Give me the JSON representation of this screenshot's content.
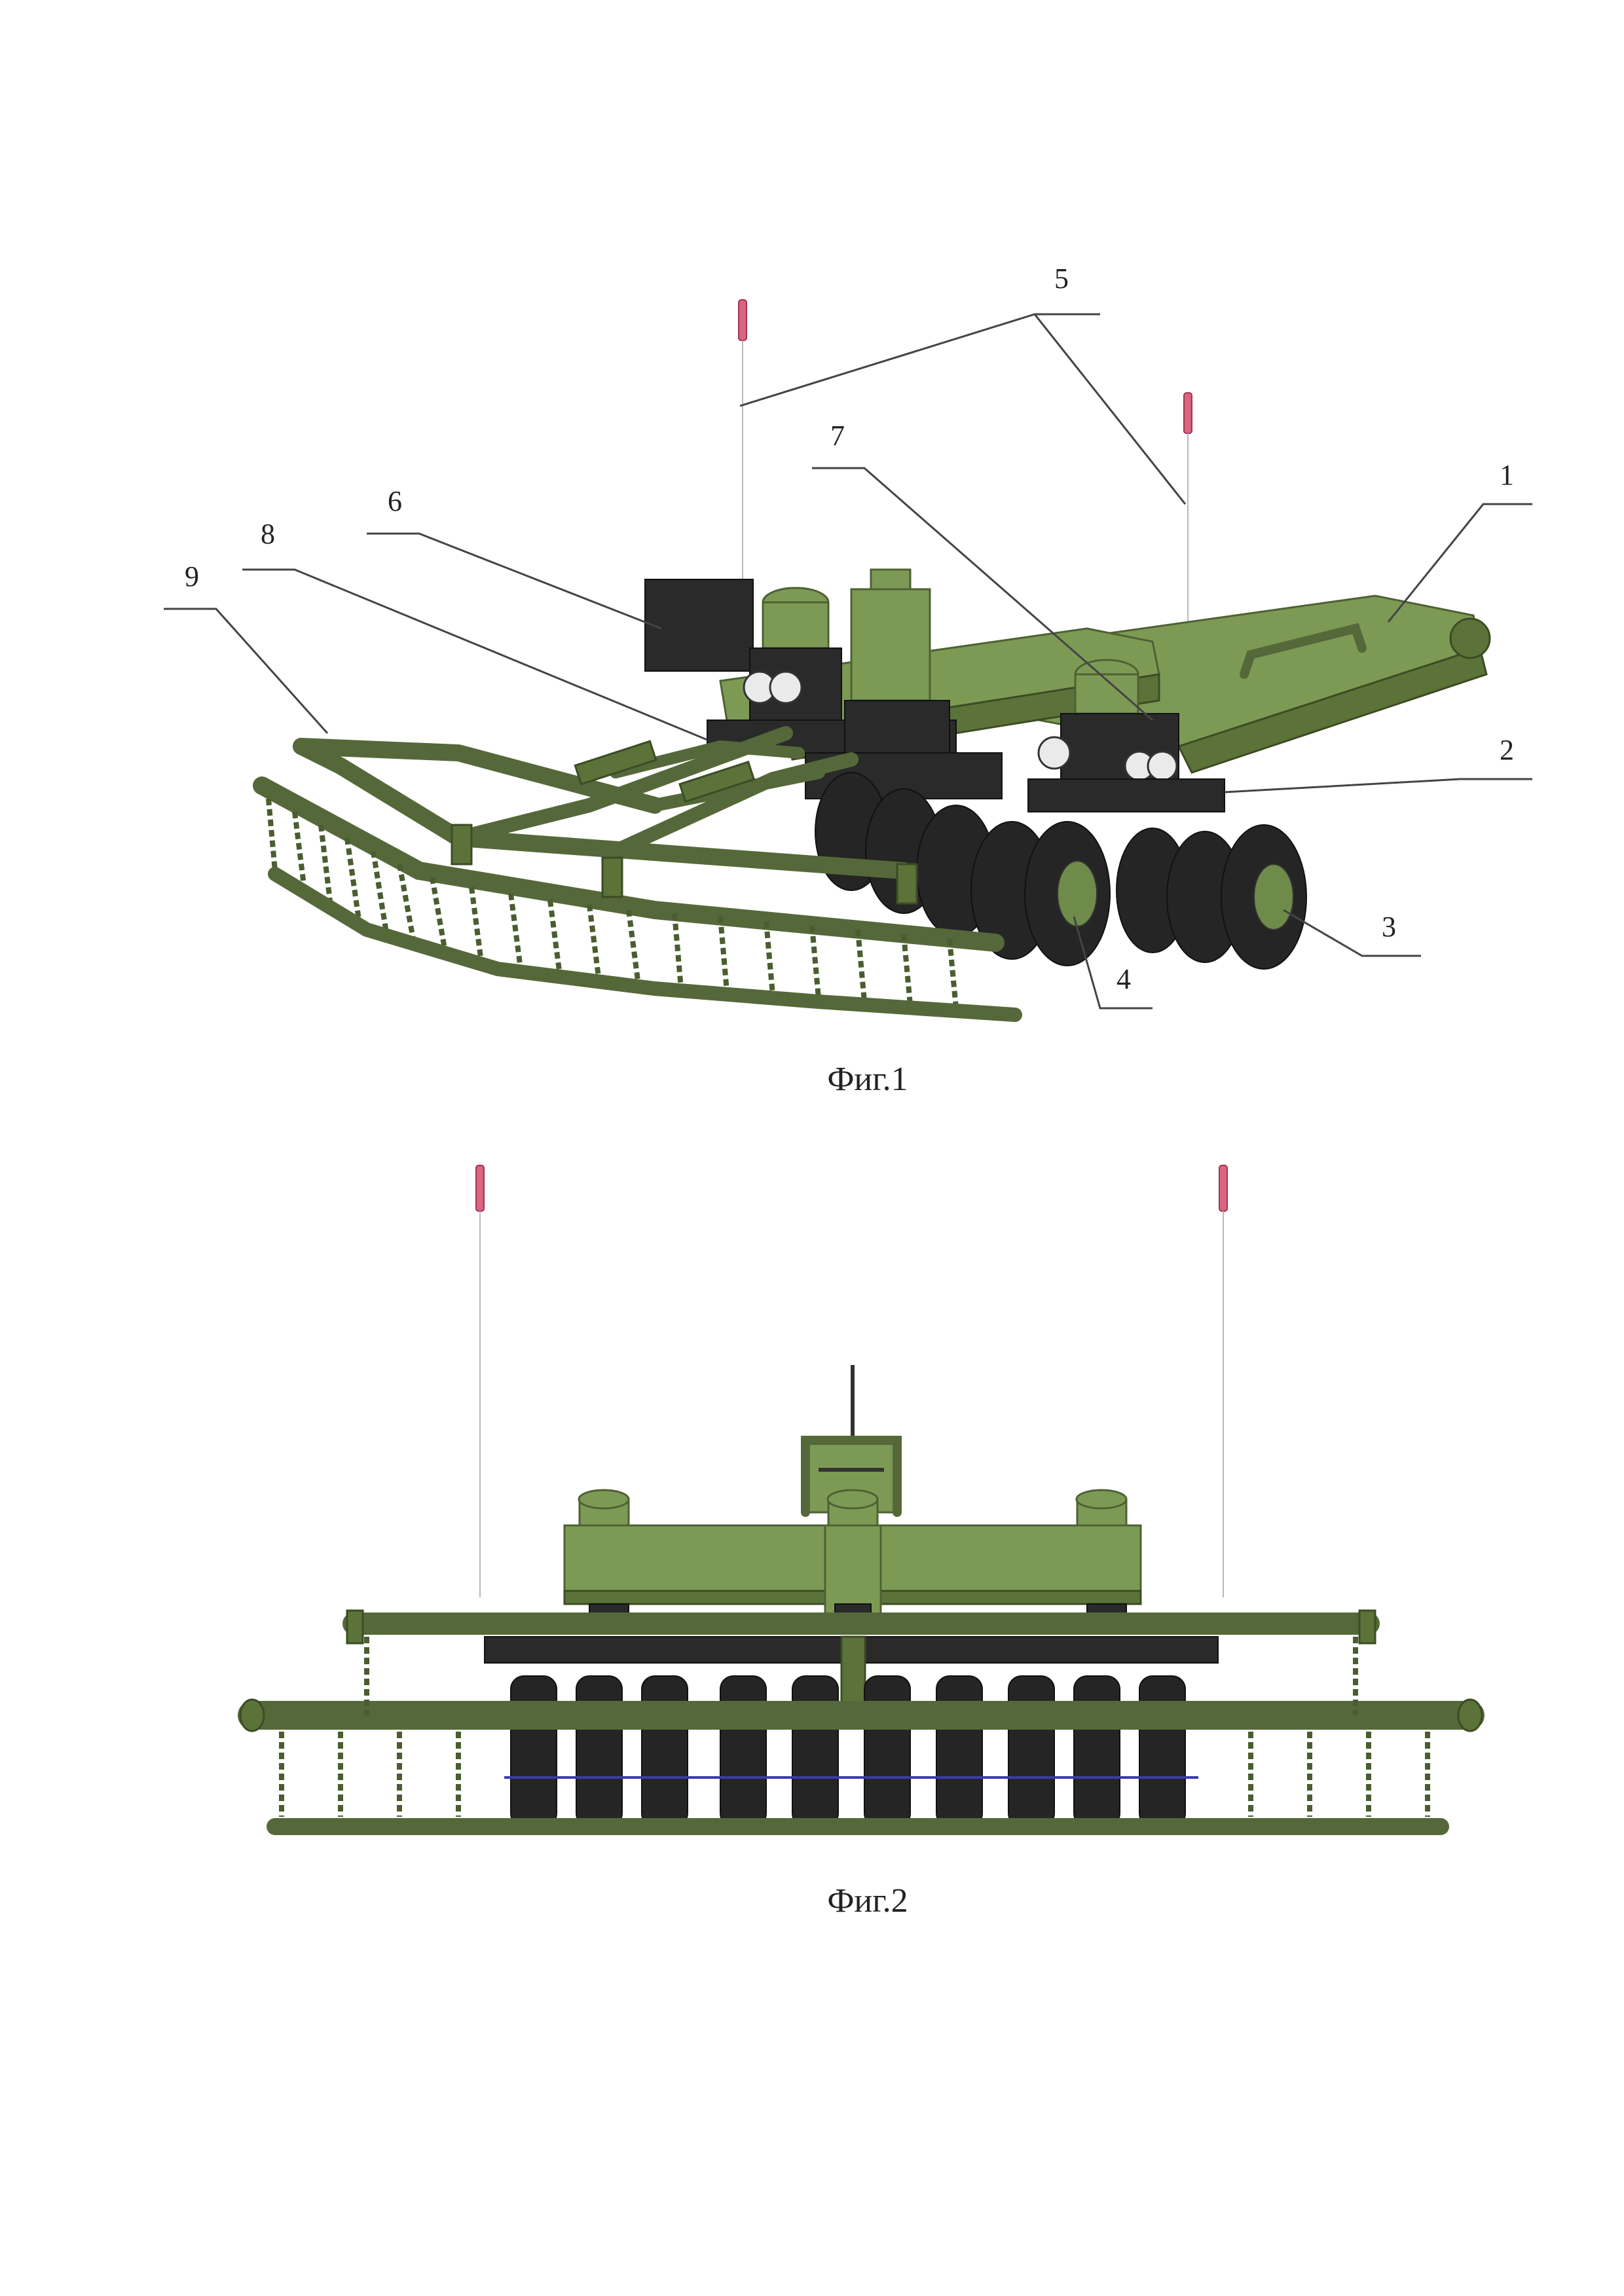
{
  "figure1": {
    "caption": "Фиг.1",
    "callouts": {
      "c1": "1",
      "c2": "2",
      "c3": "3",
      "c4": "4",
      "c5": "5",
      "c6": "6",
      "c7": "7",
      "c8": "8",
      "c9": "9"
    }
  },
  "figure2": {
    "caption": "Фиг.2"
  }
}
